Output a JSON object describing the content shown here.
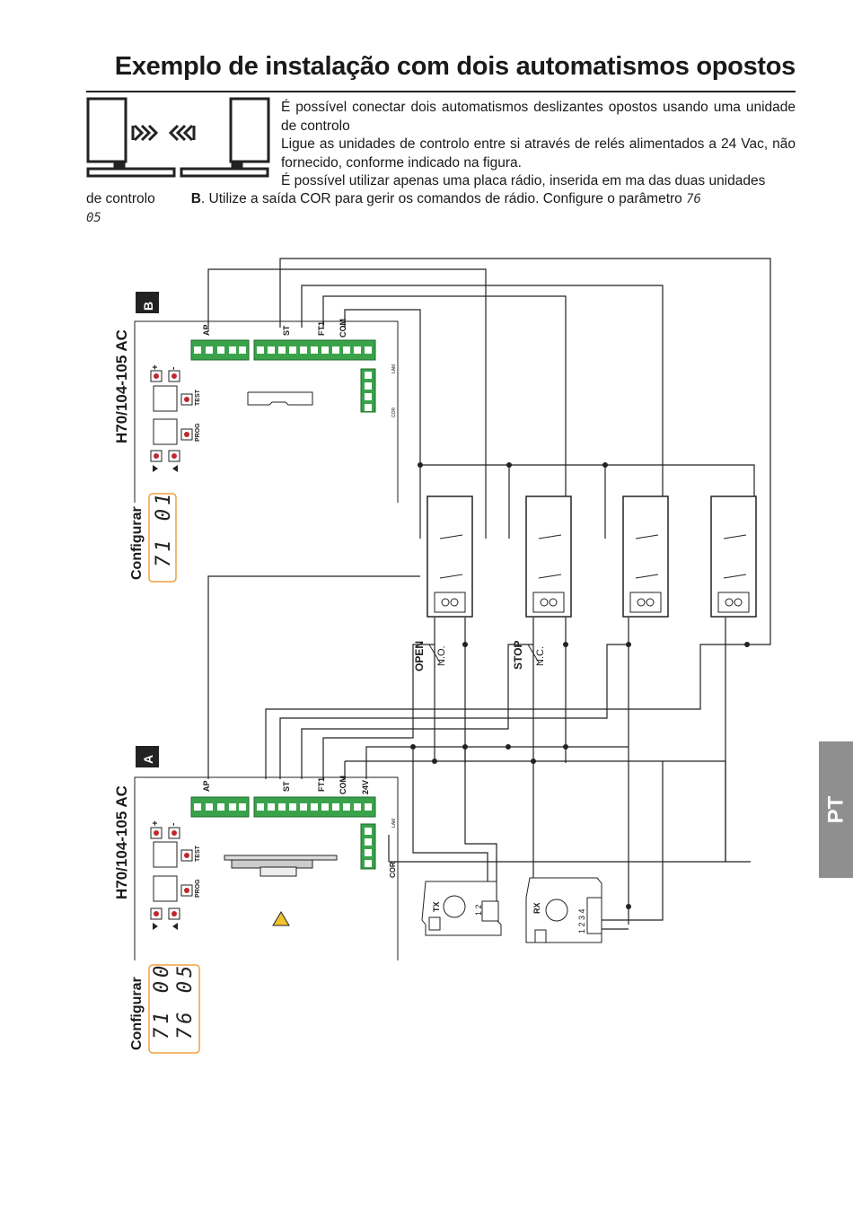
{
  "page": {
    "title": "Exemplo de instalação com dois automatismos opostos",
    "intro": [
      "É possível conectar dois automatismos deslizantes opostos usando uma unidade de controlo",
      "Ligue as unidades de controlo entre si através de relés alimentados a 24 Vac, não fornecido, conforme indicado na figura.",
      "É possível utilizar apenas uma placa rádio, inserida em ma das duas unidades"
    ],
    "intro_tail_1": "de controlo",
    "intro_tail_b": "B",
    "intro_tail_2": ". Utilize a saída COR para gerir os comandos de rádio. Configure o parâmetro ",
    "param_code": "76",
    "param_value": "05",
    "lang_tab": "PT"
  },
  "diagram": {
    "board_model": "H70/104-105 AC",
    "board_b_tag": "B",
    "board_a_tag": "A",
    "config_label": "Configurar",
    "config_b": [
      "71 01"
    ],
    "config_a": [
      "71 00",
      "76 05"
    ],
    "terminals_main": [
      "AP",
      "ST",
      "FT1",
      "COM"
    ],
    "terminal_24v": "24V",
    "terminal_cor": "COR",
    "terminal_lam": "LAM",
    "button_test": "TEST",
    "button_prog": "PROG",
    "button_plus": "+",
    "button_minus": "-",
    "open_label": "OPEN",
    "open_contact": "N.O.",
    "stop_label": "STOP",
    "stop_contact": "N.C.",
    "tx_label": "TX",
    "tx_pins": "1 2",
    "rx_label": "RX",
    "rx_pins": "1 2 3 4"
  }
}
